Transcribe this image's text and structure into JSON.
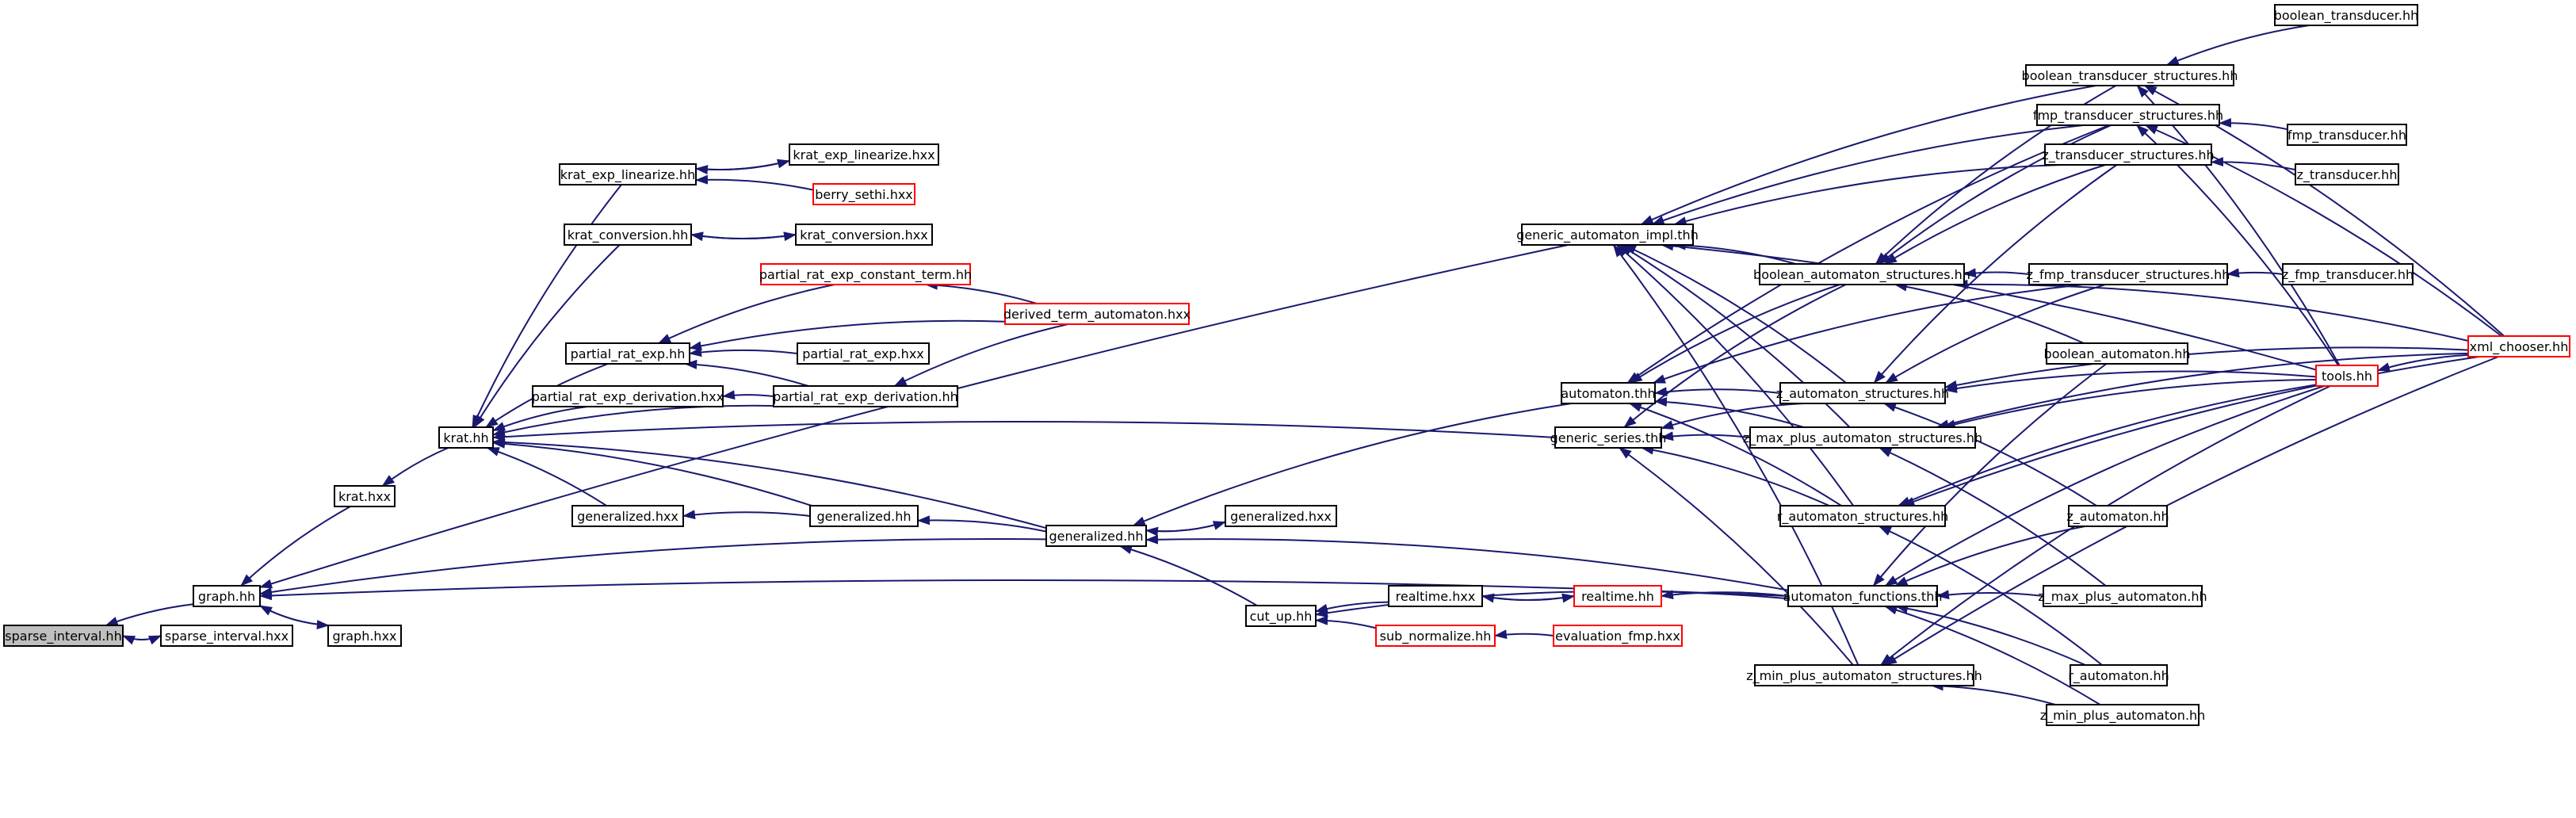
{
  "colors": {
    "edge": "#191970",
    "node_border": "#000000",
    "highlight_border": "#ff0000",
    "root_fill": "#bfbfbf",
    "node_fill": "#ffffff",
    "text": "#000000"
  },
  "nodes": [
    {
      "id": "n_sparse_interval_hh",
      "label": "sparse_interval.hh",
      "kind": "root"
    },
    {
      "id": "n_sparse_interval_hxx",
      "label": "sparse_interval.hxx",
      "kind": "normal"
    },
    {
      "id": "n_graph_hh",
      "label": "graph.hh",
      "kind": "normal"
    },
    {
      "id": "n_graph_hxx",
      "label": "graph.hxx",
      "kind": "normal"
    },
    {
      "id": "n_krat_hxx",
      "label": "krat.hxx",
      "kind": "normal"
    },
    {
      "id": "n_krat_hh",
      "label": "krat.hh",
      "kind": "normal"
    },
    {
      "id": "n_krat_exp_linearize_hh",
      "label": "krat_exp_linearize.hh",
      "kind": "normal"
    },
    {
      "id": "n_krat_exp_linearize_hxx",
      "label": "krat_exp_linearize.hxx",
      "kind": "normal"
    },
    {
      "id": "n_berry_sethi_hxx",
      "label": "berry_sethi.hxx",
      "kind": "red"
    },
    {
      "id": "n_krat_conversion_hh",
      "label": "krat_conversion.hh",
      "kind": "normal"
    },
    {
      "id": "n_krat_conversion_hxx",
      "label": "krat_conversion.hxx",
      "kind": "normal"
    },
    {
      "id": "n_partial_rat_exp_constant_term_hh",
      "label": "partial_rat_exp_constant_term.hh",
      "kind": "red"
    },
    {
      "id": "n_derived_term_automaton_hxx",
      "label": "derived_term_automaton.hxx",
      "kind": "red"
    },
    {
      "id": "n_partial_rat_exp_hh",
      "label": "partial_rat_exp.hh",
      "kind": "normal"
    },
    {
      "id": "n_partial_rat_exp_hxx",
      "label": "partial_rat_exp.hxx",
      "kind": "normal"
    },
    {
      "id": "n_partial_rat_exp_derivation_hxx",
      "label": "partial_rat_exp_derivation.hxx",
      "kind": "normal"
    },
    {
      "id": "n_partial_rat_exp_derivation_hh",
      "label": "partial_rat_exp_derivation.hh",
      "kind": "normal"
    },
    {
      "id": "n_generalized_hxx_a",
      "label": "generalized.hxx",
      "kind": "normal"
    },
    {
      "id": "n_generalized_hh_a",
      "label": "generalized.hh",
      "kind": "normal"
    },
    {
      "id": "n_generalized_hh_b",
      "label": "generalized.hh",
      "kind": "normal"
    },
    {
      "id": "n_generalized_hxx_b",
      "label": "generalized.hxx",
      "kind": "normal"
    },
    {
      "id": "n_cut_up_hh",
      "label": "cut_up.hh",
      "kind": "normal"
    },
    {
      "id": "n_realtime_hxx",
      "label": "realtime.hxx",
      "kind": "normal"
    },
    {
      "id": "n_realtime_hh",
      "label": "realtime.hh",
      "kind": "red"
    },
    {
      "id": "n_sub_normalize_hh",
      "label": "sub_normalize.hh",
      "kind": "red"
    },
    {
      "id": "n_evaluation_fmp_hxx",
      "label": "evaluation_fmp.hxx",
      "kind": "red"
    },
    {
      "id": "n_generic_automaton_impl_thh",
      "label": "generic_automaton_impl.thh",
      "kind": "normal"
    },
    {
      "id": "n_automaton_thh",
      "label": "automaton.thh",
      "kind": "normal"
    },
    {
      "id": "n_generic_series_thh",
      "label": "generic_series.thh",
      "kind": "normal"
    },
    {
      "id": "n_boolean_automaton_structures_hh",
      "label": "boolean_automaton_structures.hh",
      "kind": "normal"
    },
    {
      "id": "n_boolean_automaton_hh",
      "label": "boolean_automaton.hh",
      "kind": "normal"
    },
    {
      "id": "n_z_automaton_structures_hh",
      "label": "z_automaton_structures.hh",
      "kind": "normal"
    },
    {
      "id": "n_z_max_plus_automaton_structures_hh",
      "label": "z_max_plus_automaton_structures.hh",
      "kind": "normal"
    },
    {
      "id": "n_r_automaton_structures_hh",
      "label": "r_automaton_structures.hh",
      "kind": "normal"
    },
    {
      "id": "n_automaton_functions_thh",
      "label": "automaton_functions.thh",
      "kind": "normal"
    },
    {
      "id": "n_z_min_plus_automaton_structures_hh",
      "label": "z_min_plus_automaton_structures.hh",
      "kind": "normal"
    },
    {
      "id": "n_boolean_transducer_structures_hh",
      "label": "boolean_transducer_structures.hh",
      "kind": "normal"
    },
    {
      "id": "n_boolean_transducer_hh",
      "label": "boolean_transducer.hh",
      "kind": "normal"
    },
    {
      "id": "n_fmp_transducer_structures_hh",
      "label": "fmp_transducer_structures.hh",
      "kind": "normal"
    },
    {
      "id": "n_fmp_transducer_hh",
      "label": "fmp_transducer.hh",
      "kind": "normal"
    },
    {
      "id": "n_z_transducer_structures_hh",
      "label": "z_transducer_structures.hh",
      "kind": "normal"
    },
    {
      "id": "n_z_transducer_hh",
      "label": "z_transducer.hh",
      "kind": "normal"
    },
    {
      "id": "n_z_fmp_transducer_structures_hh",
      "label": "z_fmp_transducer_structures.hh",
      "kind": "normal"
    },
    {
      "id": "n_z_fmp_transducer_hh",
      "label": "z_fmp_transducer.hh",
      "kind": "normal"
    },
    {
      "id": "n_tools_hh",
      "label": "tools.hh",
      "kind": "red"
    },
    {
      "id": "n_xml_chooser_hh",
      "label": "xml_chooser.hh",
      "kind": "red"
    },
    {
      "id": "n_z_automaton_hh",
      "label": "z_automaton.hh",
      "kind": "normal"
    },
    {
      "id": "n_z_max_plus_automaton_hh",
      "label": "z_max_plus_automaton.hh",
      "kind": "normal"
    },
    {
      "id": "n_r_automaton_hh",
      "label": "r_automaton.hh",
      "kind": "normal"
    },
    {
      "id": "n_z_min_plus_automaton_hh",
      "label": "z_min_plus_automaton.hh",
      "kind": "normal"
    }
  ],
  "edges": [
    {
      "from": "n_sparse_interval_hxx",
      "to": "n_sparse_interval_hh"
    },
    {
      "from": "n_sparse_interval_hh",
      "to": "n_sparse_interval_hxx"
    },
    {
      "from": "n_graph_hh",
      "to": "n_sparse_interval_hh"
    },
    {
      "from": "n_graph_hxx",
      "to": "n_graph_hh"
    },
    {
      "from": "n_graph_hh",
      "to": "n_graph_hxx"
    },
    {
      "from": "n_krat_hxx",
      "to": "n_graph_hh"
    },
    {
      "from": "n_generic_automaton_impl_thh",
      "to": "n_graph_hh"
    },
    {
      "from": "n_generalized_hh_b",
      "to": "n_graph_hh"
    },
    {
      "from": "n_automaton_functions_thh",
      "to": "n_graph_hh"
    },
    {
      "from": "n_krat_hh",
      "to": "n_krat_hxx"
    },
    {
      "from": "n_krat_exp_linearize_hh",
      "to": "n_krat_hh"
    },
    {
      "from": "n_krat_conversion_hh",
      "to": "n_krat_hh"
    },
    {
      "from": "n_partial_rat_exp_hh",
      "to": "n_krat_hh"
    },
    {
      "from": "n_partial_rat_exp_derivation_hxx",
      "to": "n_krat_hh"
    },
    {
      "from": "n_partial_rat_exp_derivation_hh",
      "to": "n_krat_hh"
    },
    {
      "from": "n_generalized_hxx_a",
      "to": "n_krat_hh"
    },
    {
      "from": "n_generalized_hh_a",
      "to": "n_krat_hh"
    },
    {
      "from": "n_generalized_hh_b",
      "to": "n_krat_hh"
    },
    {
      "from": "n_generic_series_thh",
      "to": "n_krat_hh"
    },
    {
      "from": "n_krat_exp_linearize_hxx",
      "to": "n_krat_exp_linearize_hh"
    },
    {
      "from": "n_krat_exp_linearize_hh",
      "to": "n_krat_exp_linearize_hxx"
    },
    {
      "from": "n_berry_sethi_hxx",
      "to": "n_krat_exp_linearize_hh"
    },
    {
      "from": "n_krat_conversion_hxx",
      "to": "n_krat_conversion_hh"
    },
    {
      "from": "n_krat_conversion_hh",
      "to": "n_krat_conversion_hxx"
    },
    {
      "from": "n_partial_rat_exp_constant_term_hh",
      "to": "n_partial_rat_exp_hh"
    },
    {
      "from": "n_derived_term_automaton_hxx",
      "to": "n_partial_rat_exp_hh"
    },
    {
      "from": "n_partial_rat_exp_hxx",
      "to": "n_partial_rat_exp_hh"
    },
    {
      "from": "n_partial_rat_exp_derivation_hh",
      "to": "n_partial_rat_exp_hh"
    },
    {
      "from": "n_derived_term_automaton_hxx",
      "to": "n_partial_rat_exp_constant_term_hh"
    },
    {
      "from": "n_derived_term_automaton_hxx",
      "to": "n_partial_rat_exp_derivation_hh"
    },
    {
      "from": "n_partial_rat_exp_derivation_hh",
      "to": "n_partial_rat_exp_derivation_hxx"
    },
    {
      "from": "n_generalized_hh_a",
      "to": "n_generalized_hxx_a"
    },
    {
      "from": "n_generalized_hh_b",
      "to": "n_generalized_hh_a"
    },
    {
      "from": "n_generalized_hxx_b",
      "to": "n_generalized_hh_b"
    },
    {
      "from": "n_generalized_hh_b",
      "to": "n_generalized_hxx_b"
    },
    {
      "from": "n_cut_up_hh",
      "to": "n_generalized_hh_b"
    },
    {
      "from": "n_automaton_thh",
      "to": "n_generalized_hh_b"
    },
    {
      "from": "n_automaton_functions_thh",
      "to": "n_generalized_hh_b"
    },
    {
      "from": "n_realtime_hxx",
      "to": "n_cut_up_hh"
    },
    {
      "from": "n_sub_normalize_hh",
      "to": "n_cut_up_hh"
    },
    {
      "from": "n_automaton_functions_thh",
      "to": "n_cut_up_hh"
    },
    {
      "from": "n_realtime_hh",
      "to": "n_realtime_hxx"
    },
    {
      "from": "n_realtime_hxx",
      "to": "n_realtime_hh"
    },
    {
      "from": "n_automaton_functions_thh",
      "to": "n_realtime_hh"
    },
    {
      "from": "n_evaluation_fmp_hxx",
      "to": "n_sub_normalize_hh"
    },
    {
      "from": "n_boolean_transducer_structures_hh",
      "to": "n_generic_automaton_impl_thh"
    },
    {
      "from": "n_fmp_transducer_structures_hh",
      "to": "n_generic_automaton_impl_thh"
    },
    {
      "from": "n_z_transducer_structures_hh",
      "to": "n_generic_automaton_impl_thh"
    },
    {
      "from": "n_boolean_automaton_structures_hh",
      "to": "n_generic_automaton_impl_thh"
    },
    {
      "from": "n_z_automaton_structures_hh",
      "to": "n_generic_automaton_impl_thh"
    },
    {
      "from": "n_z_max_plus_automaton_structures_hh",
      "to": "n_generic_automaton_impl_thh"
    },
    {
      "from": "n_r_automaton_structures_hh",
      "to": "n_generic_automaton_impl_thh"
    },
    {
      "from": "n_z_min_plus_automaton_structures_hh",
      "to": "n_generic_automaton_impl_thh"
    },
    {
      "from": "n_tools_hh",
      "to": "n_generic_automaton_impl_thh"
    },
    {
      "from": "n_boolean_automaton_structures_hh",
      "to": "n_automaton_thh"
    },
    {
      "from": "n_z_automaton_structures_hh",
      "to": "n_automaton_thh"
    },
    {
      "from": "n_z_max_plus_automaton_structures_hh",
      "to": "n_automaton_thh"
    },
    {
      "from": "n_r_automaton_structures_hh",
      "to": "n_automaton_thh"
    },
    {
      "from": "n_fmp_transducer_structures_hh",
      "to": "n_automaton_thh"
    },
    {
      "from": "n_z_fmp_transducer_structures_hh",
      "to": "n_automaton_thh"
    },
    {
      "from": "n_z_automaton_structures_hh",
      "to": "n_generic_series_thh"
    },
    {
      "from": "n_z_max_plus_automaton_structures_hh",
      "to": "n_generic_series_thh"
    },
    {
      "from": "n_r_automaton_structures_hh",
      "to": "n_generic_series_thh"
    },
    {
      "from": "n_z_min_plus_automaton_structures_hh",
      "to": "n_generic_series_thh"
    },
    {
      "from": "n_boolean_automaton_structures_hh",
      "to": "n_generic_series_thh"
    },
    {
      "from": "n_fmp_transducer_structures_hh",
      "to": "n_boolean_automaton_structures_hh"
    },
    {
      "from": "n_z_transducer_structures_hh",
      "to": "n_boolean_automaton_structures_hh"
    },
    {
      "from": "n_z_fmp_transducer_structures_hh",
      "to": "n_boolean_automaton_structures_hh"
    },
    {
      "from": "n_boolean_automaton_hh",
      "to": "n_boolean_automaton_structures_hh"
    },
    {
      "from": "n_xml_chooser_hh",
      "to": "n_boolean_automaton_structures_hh"
    },
    {
      "from": "n_boolean_transducer_structures_hh",
      "to": "n_boolean_automaton_structures_hh"
    },
    {
      "from": "n_z_automaton_hh",
      "to": "n_z_automaton_structures_hh"
    },
    {
      "from": "n_tools_hh",
      "to": "n_z_automaton_structures_hh"
    },
    {
      "from": "n_z_fmp_transducer_structures_hh",
      "to": "n_z_automaton_structures_hh"
    },
    {
      "from": "n_z_transducer_structures_hh",
      "to": "n_z_automaton_structures_hh"
    },
    {
      "from": "n_xml_chooser_hh",
      "to": "n_z_automaton_structures_hh"
    },
    {
      "from": "n_z_max_plus_automaton_hh",
      "to": "n_z_max_plus_automaton_structures_hh"
    },
    {
      "from": "n_tools_hh",
      "to": "n_z_max_plus_automaton_structures_hh"
    },
    {
      "from": "n_xml_chooser_hh",
      "to": "n_z_max_plus_automaton_structures_hh"
    },
    {
      "from": "n_r_automaton_hh",
      "to": "n_r_automaton_structures_hh"
    },
    {
      "from": "n_tools_hh",
      "to": "n_r_automaton_structures_hh"
    },
    {
      "from": "n_xml_chooser_hh",
      "to": "n_r_automaton_structures_hh"
    },
    {
      "from": "n_z_min_plus_automaton_hh",
      "to": "n_z_min_plus_automaton_structures_hh"
    },
    {
      "from": "n_tools_hh",
      "to": "n_z_min_plus_automaton_structures_hh"
    },
    {
      "from": "n_xml_chooser_hh",
      "to": "n_z_min_plus_automaton_structures_hh"
    },
    {
      "from": "n_z_automaton_hh",
      "to": "n_automaton_functions_thh"
    },
    {
      "from": "n_z_max_plus_automaton_hh",
      "to": "n_automaton_functions_thh"
    },
    {
      "from": "n_r_automaton_hh",
      "to": "n_automaton_functions_thh"
    },
    {
      "from": "n_z_min_plus_automaton_hh",
      "to": "n_automaton_functions_thh"
    },
    {
      "from": "n_boolean_automaton_hh",
      "to": "n_automaton_functions_thh"
    },
    {
      "from": "n_tools_hh",
      "to": "n_automaton_functions_thh"
    },
    {
      "from": "n_boolean_transducer_hh",
      "to": "n_boolean_transducer_structures_hh"
    },
    {
      "from": "n_tools_hh",
      "to": "n_boolean_transducer_structures_hh"
    },
    {
      "from": "n_xml_chooser_hh",
      "to": "n_boolean_transducer_structures_hh"
    },
    {
      "from": "n_fmp_transducer_hh",
      "to": "n_fmp_transducer_structures_hh"
    },
    {
      "from": "n_tools_hh",
      "to": "n_fmp_transducer_structures_hh"
    },
    {
      "from": "n_xml_chooser_hh",
      "to": "n_fmp_transducer_structures_hh"
    },
    {
      "from": "n_z_transducer_hh",
      "to": "n_z_transducer_structures_hh"
    },
    {
      "from": "n_z_fmp_transducer_hh",
      "to": "n_z_fmp_transducer_structures_hh"
    },
    {
      "from": "n_xml_chooser_hh",
      "to": "n_tools_hh"
    }
  ]
}
